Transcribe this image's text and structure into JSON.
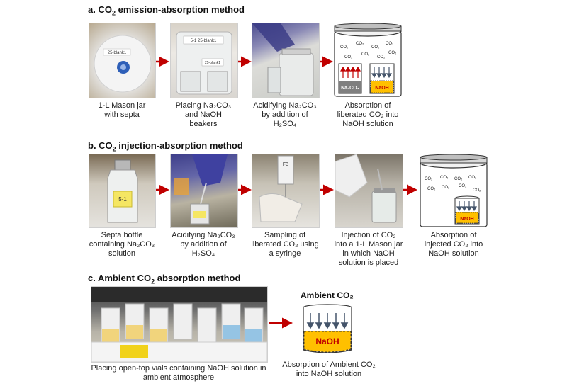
{
  "sections": {
    "a": {
      "title_prefix": "a. CO",
      "title_sub": "2",
      "title_rest": " emission-absorption method"
    },
    "b": {
      "title_prefix": "b. CO",
      "title_sub": "2",
      "title_rest": " injection-absorption method"
    },
    "c": {
      "title_prefix": "c. Ambient CO",
      "title_sub": "2",
      "title_rest": " absorption method"
    }
  },
  "captions": {
    "a1": [
      "1-L Mason jar",
      "with septa"
    ],
    "a2": [
      "Placing Na₂CO₃",
      "and NaOH",
      "beakers"
    ],
    "a3": [
      "Acidifying Na₂CO₃",
      "by addition of",
      "H₂SO₄"
    ],
    "a4": [
      "Absorption of",
      "liberated CO₂ into",
      "NaOH solution"
    ],
    "b1": [
      "Septa bottle",
      "containing Na₂CO₃",
      "solution"
    ],
    "b2": [
      "Acidifying Na₂CO₃",
      "by addition of",
      "H₂SO₄"
    ],
    "b3": [
      "Sampling of",
      "liberated CO₂ using",
      "a syringe"
    ],
    "b4": [
      "Injection of CO₂",
      "into a 1-L Mason jar",
      "in which NaOH",
      "solution is placed"
    ],
    "b5": [
      "Absorption of",
      "injected CO₂ into",
      "NaOH solution"
    ],
    "c1": [
      "Placing open-top vials containing NaOH solution in",
      "ambient atmosphere"
    ],
    "c2": [
      "Absorption of Ambient CO₂",
      "into NaOH solution"
    ]
  },
  "photo_labels": {
    "a1_lid": "25-blank1",
    "a2_label_top": "5-1 25-blank1",
    "a2_label_bottom": "25-blank1",
    "b1_label": "5-1",
    "b3_label": "F3"
  },
  "diagram_labels": {
    "co2": "CO₂",
    "na2co3": "Na₂CO₃",
    "naoh": "NaOH",
    "ambient_title": "Ambient CO₂"
  },
  "colors": {
    "arrow": "#c00000",
    "naoh_fill": "#ffc000",
    "na2co3_fill": "#7f7f7f",
    "up_arrow": "#c00000",
    "down_arrow": "#44546a"
  }
}
